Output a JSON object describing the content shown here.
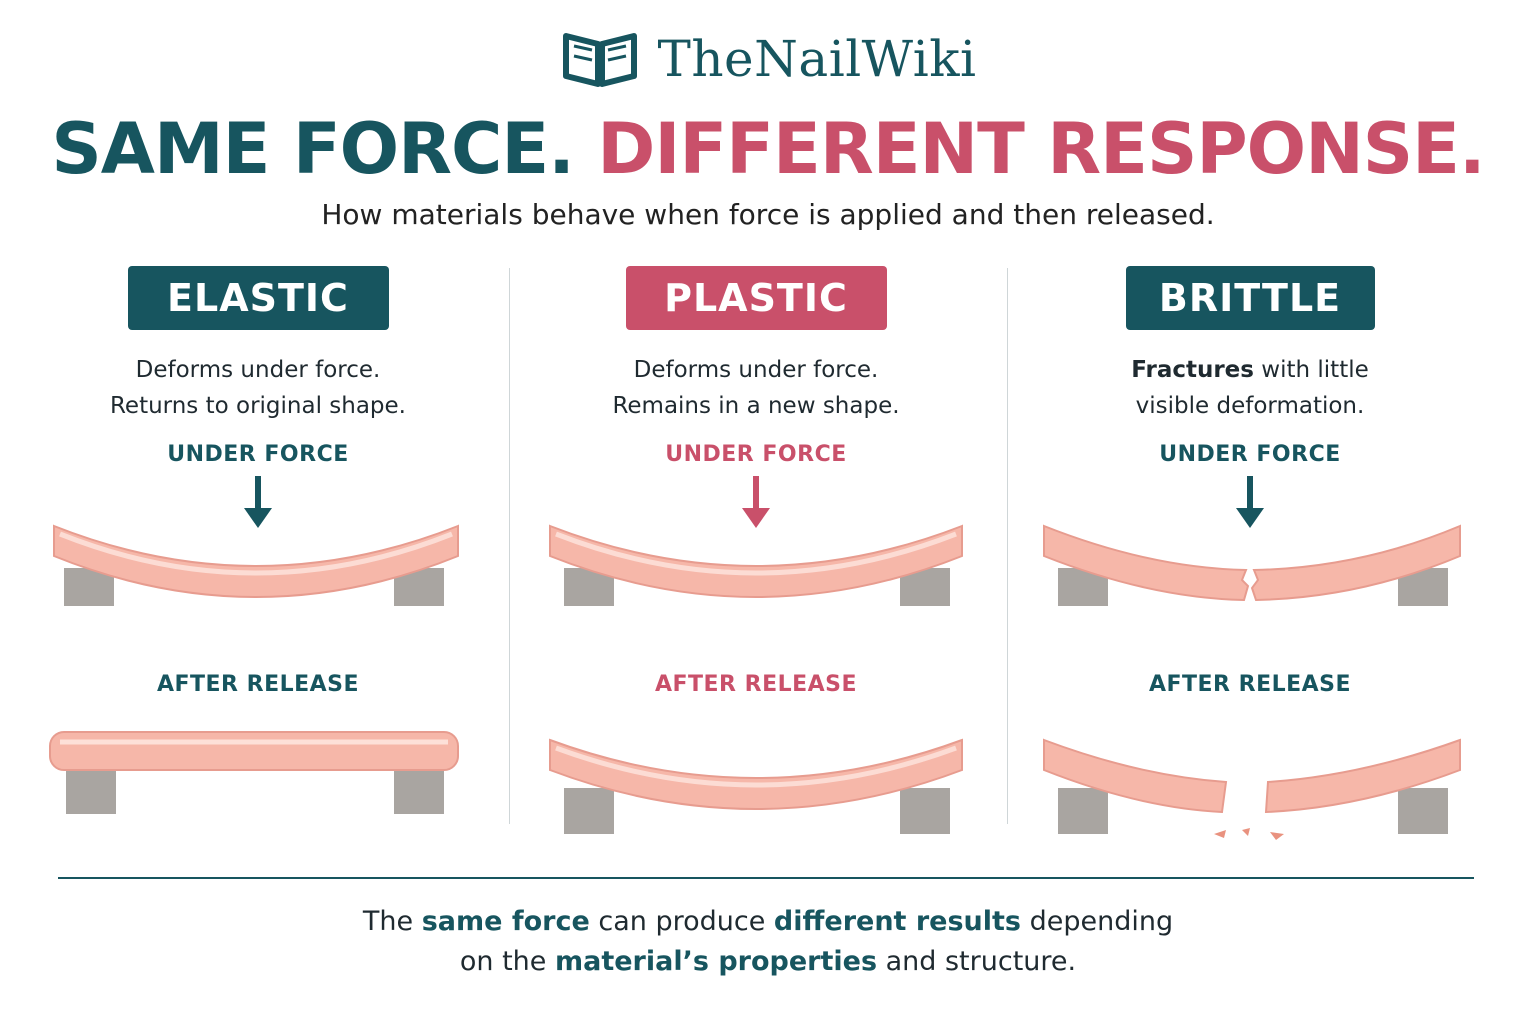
{
  "brand": {
    "name": "TheNailWiki",
    "icon": "open-book-icon"
  },
  "headline": {
    "part1": "SAME FORCE.",
    "part2": "DIFFERENT RESPONSE."
  },
  "subtitle": "How materials behave when force is applied and then released.",
  "colors": {
    "teal": "#17555f",
    "rose": "#c9506a",
    "bar": "#f6b7a9",
    "support": "#a9a5a1"
  },
  "columns": [
    {
      "tag": "ELASTIC",
      "tag_color": "teal",
      "desc_line1": "Deforms under force.",
      "desc_line2": "Returns to original shape.",
      "under_force": "UNDER FORCE",
      "after_release": "AFTER RELEASE"
    },
    {
      "tag": "PLASTIC",
      "tag_color": "rose",
      "desc_line1": "Deforms under force.",
      "desc_line2": "Remains in a new shape.",
      "under_force": "UNDER FORCE",
      "after_release": "AFTER RELEASE"
    },
    {
      "tag": "BRITTLE",
      "tag_color": "teal",
      "desc_bold": "Fractures",
      "desc_line1_rest": " with little",
      "desc_line2": "visible deformation.",
      "under_force": "UNDER FORCE",
      "after_release": "AFTER RELEASE"
    }
  ],
  "footer": {
    "t1": "The ",
    "e1": "same force",
    "t2": " can produce ",
    "e2": "different results",
    "t3": " depending",
    "t4": "on the ",
    "e3": "material’s properties",
    "t5": " and structure."
  }
}
